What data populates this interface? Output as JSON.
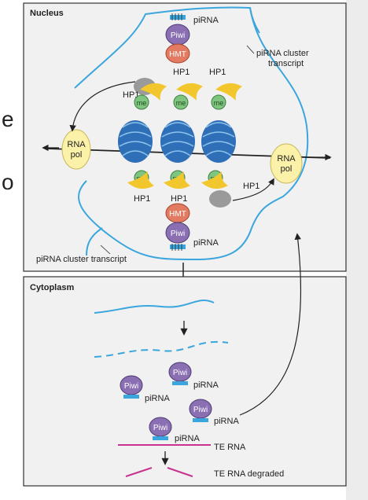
{
  "edge_letters": [
    "e",
    "o"
  ],
  "nucleus": {
    "title": "Nucleus",
    "labels": {
      "pirna_top": "piRNA",
      "piwi_top": "Piwi",
      "hmt_top": "HMT",
      "hp1_top_left": "HP1",
      "hp1_top_mid": "HP1",
      "hp1_top_right": "HP1",
      "me": "me",
      "transcript_top_line1": "piRNA cluster",
      "transcript_top_line2": "transcript",
      "rna_pol_left_line1": "RNA",
      "rna_pol_left_line2": "pol",
      "rna_pol_right_line1": "RNA",
      "rna_pol_right_line2": "pol",
      "hp1_bottom_left": "HP1",
      "hp1_bottom_mid": "HP1",
      "hp1_bottom_right": "HP1",
      "hmt_bottom": "HMT",
      "piwi_bottom": "Piwi",
      "pirna_bottom": "piRNA",
      "transcript_bottom": "piRNA cluster transcript"
    }
  },
  "cytoplasm": {
    "title": "Cytoplasm",
    "labels": {
      "piwi": "Piwi",
      "pirna": "piRNA",
      "te_rna": "TE RNA",
      "te_rna_degraded": "TE RNA degraded"
    }
  },
  "colors": {
    "blue_line": "#3aa6dd",
    "piwi": "#8a6fb3",
    "hmt": "#e37b62",
    "hp1": "#f2c72e",
    "me": "#7fc47f",
    "nucleosome": "#2f6fb8",
    "rna_pol": "#fbf1a8",
    "te_rna": "#c8338f",
    "panel_bg": "#f1f1f1"
  }
}
